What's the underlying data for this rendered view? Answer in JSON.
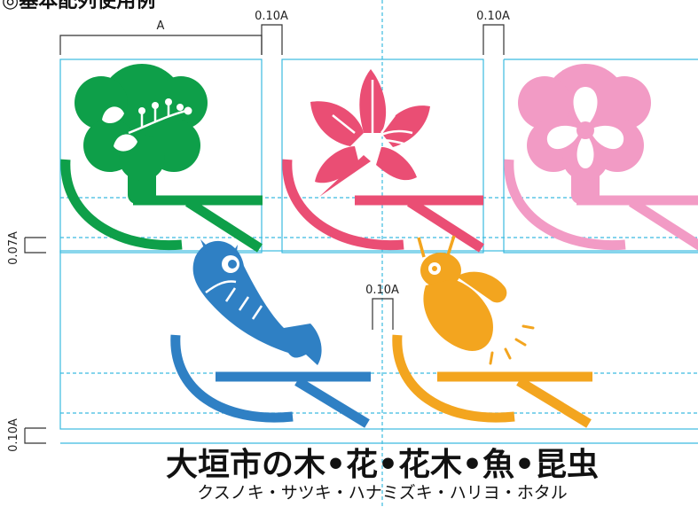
{
  "header": {
    "text": "◎基本配列使用例"
  },
  "dimensions": {
    "width_a": "A",
    "gap_top_1": "0.10A",
    "gap_top_2": "0.10A",
    "gap_middle": "0.10A",
    "row_gap": "0.07A",
    "bottom_gap": "0.10A"
  },
  "title": {
    "main": "大垣市の木•花•花木•魚•昆虫",
    "sub": "クスノキ・サツキ・ハナミズキ・ハリヨ・ホタル"
  },
  "colors": {
    "guide": "#3bbbe0",
    "tree": "#0e9f49",
    "flower": "#ea4e74",
    "flowering_tree": "#f29bc5",
    "fish": "#2f80c4",
    "insect": "#f3a51f",
    "dim_line": "#333333"
  },
  "icons": [
    {
      "name": "camphor-tree-icon"
    },
    {
      "name": "azalea-flower-icon"
    },
    {
      "name": "dogwood-tree-icon"
    },
    {
      "name": "stickleback-fish-icon"
    },
    {
      "name": "firefly-icon"
    }
  ]
}
